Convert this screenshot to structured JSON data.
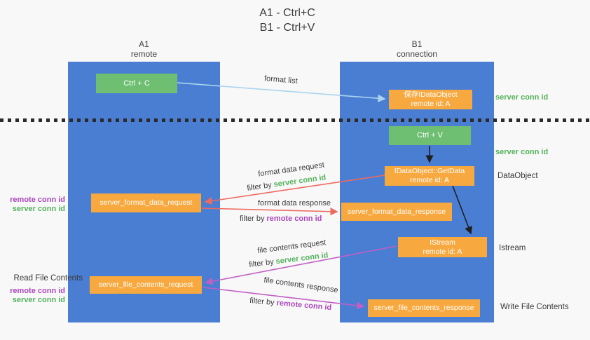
{
  "title": {
    "line1": "A1 - Ctrl+C",
    "line2": "B1 - Ctrl+V"
  },
  "lanes": {
    "left": {
      "name": "A1",
      "subtitle": "remote"
    },
    "right": {
      "name": "B1",
      "subtitle": "connection"
    }
  },
  "nodes": {
    "ctrl_c": {
      "label": "Ctrl + C"
    },
    "save_dataobject": {
      "line1": "保存IDataObject",
      "line2": "remote id: A"
    },
    "ctrl_v": {
      "label": "Ctrl + V"
    },
    "getdata": {
      "line1": "IDataObject::GetData",
      "line2": "remote id: A"
    },
    "format_request": {
      "label": "server_format_data_request"
    },
    "format_response": {
      "label": "server_format_data_response"
    },
    "istream": {
      "line1": "IStream",
      "line2": "remote id: A"
    },
    "file_request": {
      "label": "server_file_contents_request"
    },
    "file_response": {
      "label": "server_file_contents_response"
    }
  },
  "side_labels": {
    "server_conn_id_top": "server conn id",
    "server_conn_id_mid": "server conn id",
    "dataobject": "DataObject",
    "istream": "Istream",
    "write_file_contents": "Write File Contents",
    "read_file_contents": "Read File Contents",
    "left_remote_conn_id_1": "remote conn id",
    "left_server_conn_id_1": "server conn id",
    "left_remote_conn_id_2": "remote conn id",
    "left_server_conn_id_2": "server conn id"
  },
  "arrow_labels": {
    "format_list": "format list",
    "format_data_request": "format data request",
    "format_data_response": "format data response",
    "file_contents_request": "file contents request",
    "file_contents_response": "file contents response",
    "filter_by": "filter by ",
    "filter_server_1": "server conn id",
    "filter_remote_1": "remote conn id",
    "filter_server_2": "server conn id",
    "filter_remote_2": "remote conn id"
  },
  "colors": {
    "lane_blue": "#4a7ed3",
    "box_green": "#6ebf72",
    "box_orange": "#f7a940",
    "text_green": "#53b25a",
    "text_purple": "#ab47bc",
    "arrow_red": "#ee6a5f",
    "arrow_magenta": "#c05fc4",
    "arrow_lightblue": "#aad4ef",
    "arrow_black": "#1f1f1f"
  }
}
